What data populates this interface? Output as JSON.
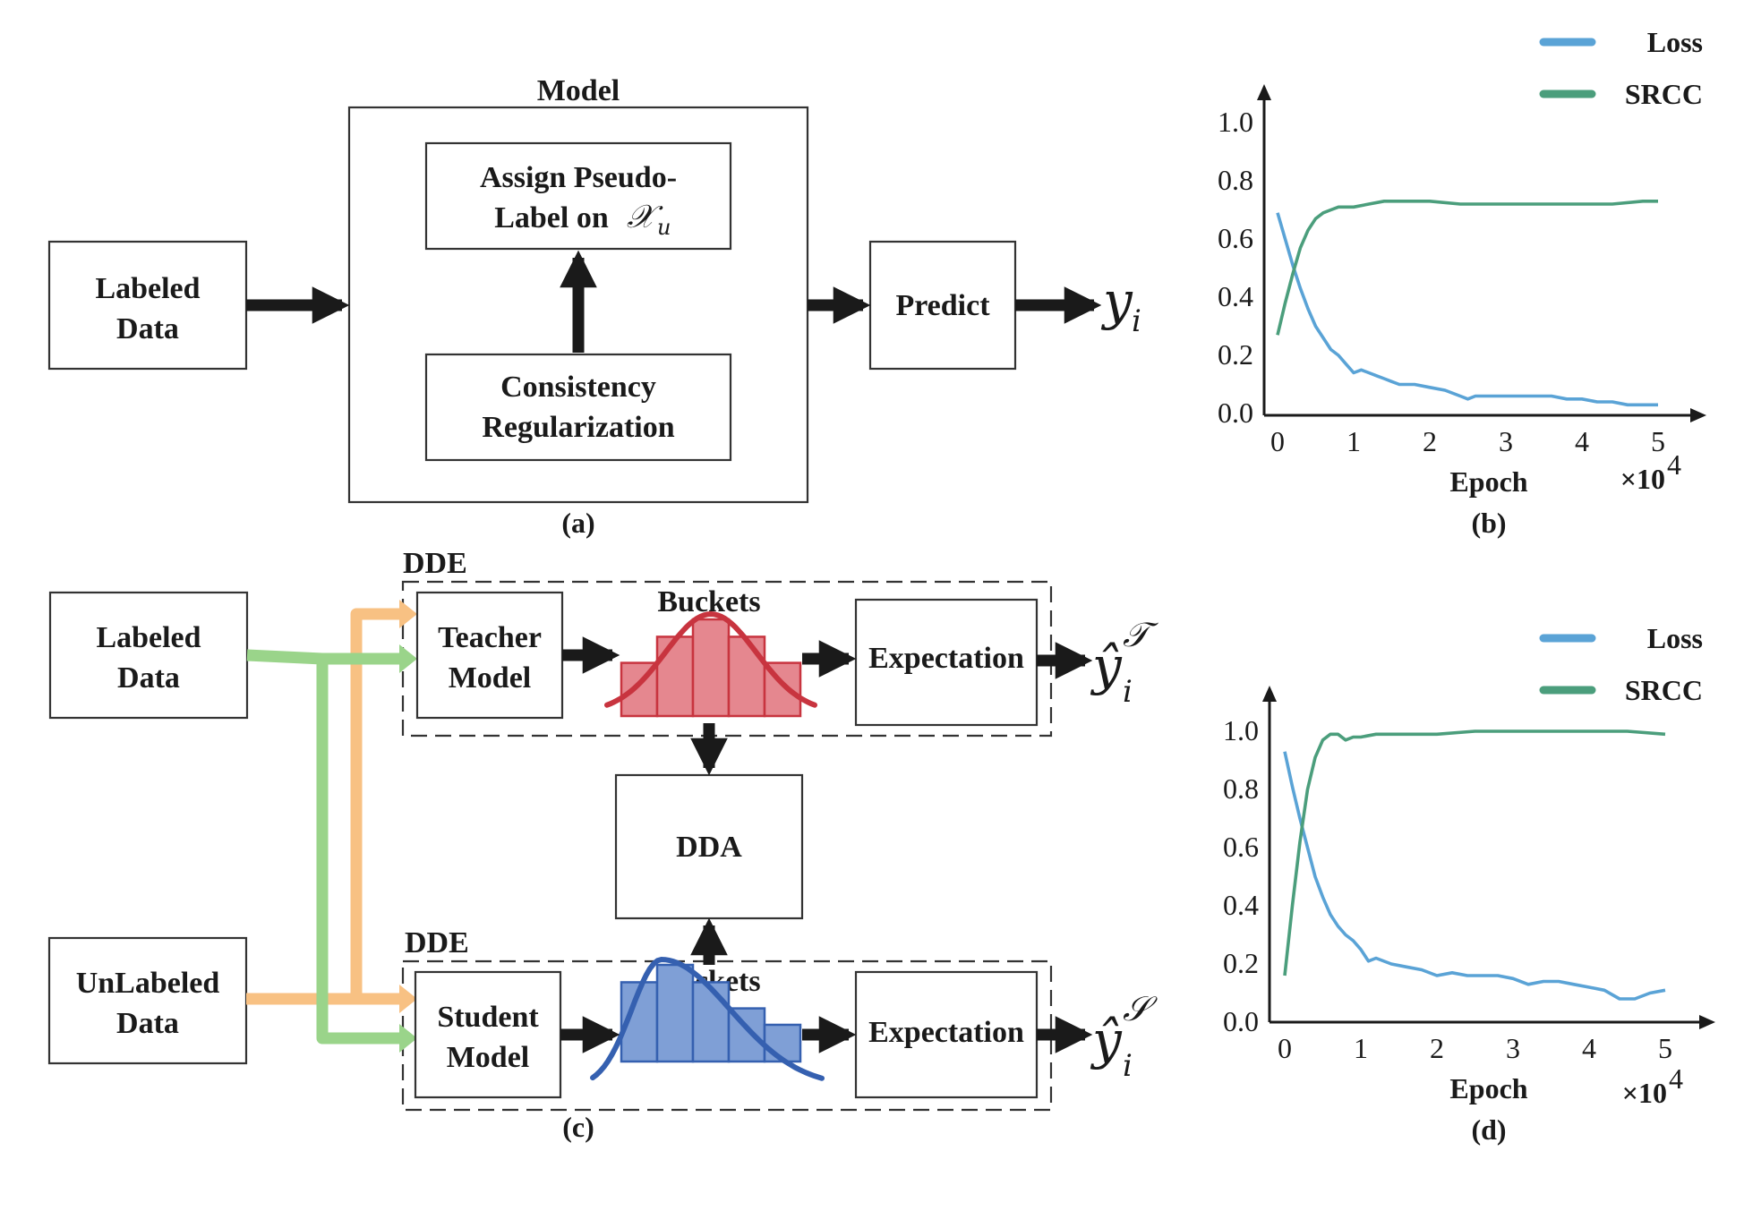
{
  "colors": {
    "loss": "#5aa3d6",
    "srcc": "#4b9e7c",
    "teacher": "#e5878f",
    "teacher_edge": "#c8343f",
    "student": "#7f9fd6",
    "student_edge": "#3560b0",
    "labeled_path": "#9ad48a",
    "unlabeled_path": "#f8c183",
    "arrow": "#1a1a1a"
  },
  "panel_a": {
    "caption": "(a)",
    "model_title": "Model",
    "labeled_data": [
      "Labeled",
      "Data"
    ],
    "pseudo_label": [
      "Assign  Pseudo-",
      "Label on"
    ],
    "pseudo_symbol": "𝒳",
    "pseudo_sub": "u",
    "consistency": [
      "Consistency",
      "Regularization"
    ],
    "predict": "Predict",
    "output": "y",
    "output_sub": "i"
  },
  "panel_c": {
    "caption": "(c)",
    "dde_top": "DDE",
    "dde_bottom": "DDE",
    "labeled_data": [
      "Labeled",
      "Data"
    ],
    "unlabeled_data": [
      "UnLabeled",
      "Data"
    ],
    "teacher": [
      "Teacher",
      "Model"
    ],
    "student": [
      "Student",
      "Model"
    ],
    "buckets_top": "Buckets",
    "buckets_bottom": "Buckets",
    "expectation_top": "Expectation",
    "expectation_bottom": "Expectation",
    "dda": "DDA",
    "teacher_output": "ŷ",
    "teacher_sub": "i",
    "teacher_sup": "𝒯",
    "student_output": "ŷ",
    "student_sub": "i",
    "student_sup": "𝒮",
    "teacher_hist": [
      0.55,
      0.82,
      1.0,
      0.82,
      0.55
    ],
    "student_hist": [
      0.82,
      1.0,
      0.82,
      0.55,
      0.38
    ]
  },
  "chart_data": [
    {
      "id": "b",
      "type": "line",
      "caption": "(b)",
      "xlabel": "Epoch",
      "x_multiplier": "×10",
      "x_multiplier_exp": "4",
      "xlim": [
        -0.2,
        5.4
      ],
      "ylim": [
        0.0,
        1.05
      ],
      "xticks": [
        "0",
        "1",
        "2",
        "3",
        "4",
        "5"
      ],
      "yticks": [
        "0.0",
        "0.2",
        "0.4",
        "0.6",
        "0.8",
        "1.0"
      ],
      "legend": "top-right",
      "series": [
        {
          "name": "Loss",
          "x": [
            0,
            0.1,
            0.2,
            0.3,
            0.4,
            0.5,
            0.6,
            0.7,
            0.8,
            0.9,
            1.0,
            1.1,
            1.2,
            1.3,
            1.4,
            1.5,
            1.6,
            1.8,
            2.0,
            2.2,
            2.4,
            2.5,
            2.6,
            2.8,
            3.0,
            3.2,
            3.4,
            3.6,
            3.8,
            4.0,
            4.2,
            4.4,
            4.6,
            4.8,
            5.0
          ],
          "y": [
            0.69,
            0.6,
            0.51,
            0.43,
            0.36,
            0.3,
            0.26,
            0.22,
            0.2,
            0.17,
            0.14,
            0.15,
            0.14,
            0.13,
            0.12,
            0.11,
            0.1,
            0.1,
            0.09,
            0.08,
            0.06,
            0.05,
            0.06,
            0.06,
            0.06,
            0.06,
            0.06,
            0.06,
            0.05,
            0.05,
            0.04,
            0.04,
            0.03,
            0.03,
            0.03
          ]
        },
        {
          "name": "SRCC",
          "x": [
            0,
            0.1,
            0.2,
            0.3,
            0.4,
            0.5,
            0.6,
            0.7,
            0.8,
            0.9,
            1.0,
            1.2,
            1.4,
            1.6,
            1.8,
            2.0,
            2.4,
            2.8,
            3.2,
            3.6,
            4.0,
            4.4,
            4.8,
            5.0
          ],
          "y": [
            0.27,
            0.38,
            0.48,
            0.57,
            0.63,
            0.67,
            0.69,
            0.7,
            0.71,
            0.71,
            0.71,
            0.72,
            0.73,
            0.73,
            0.73,
            0.73,
            0.72,
            0.72,
            0.72,
            0.72,
            0.72,
            0.72,
            0.73,
            0.73
          ]
        }
      ]
    },
    {
      "id": "d",
      "type": "line",
      "caption": "(d)",
      "xlabel": "Epoch",
      "x_multiplier": "×10",
      "x_multiplier_exp": "4",
      "xlim": [
        -0.2,
        5.4
      ],
      "ylim": [
        0.0,
        1.1
      ],
      "xticks": [
        "0",
        "1",
        "2",
        "3",
        "4",
        "5"
      ],
      "yticks": [
        "0.0",
        "0.2",
        "0.4",
        "0.6",
        "0.8",
        "1.0"
      ],
      "legend": "top-right",
      "series": [
        {
          "name": "Loss",
          "x": [
            0,
            0.1,
            0.2,
            0.3,
            0.4,
            0.5,
            0.6,
            0.7,
            0.8,
            0.9,
            1.0,
            1.1,
            1.2,
            1.4,
            1.6,
            1.8,
            2.0,
            2.2,
            2.4,
            2.6,
            2.8,
            3.0,
            3.2,
            3.4,
            3.6,
            3.8,
            4.0,
            4.2,
            4.4,
            4.6,
            4.8,
            5.0
          ],
          "y": [
            0.93,
            0.81,
            0.7,
            0.6,
            0.5,
            0.43,
            0.37,
            0.33,
            0.3,
            0.28,
            0.25,
            0.21,
            0.22,
            0.2,
            0.19,
            0.18,
            0.16,
            0.17,
            0.16,
            0.16,
            0.16,
            0.15,
            0.13,
            0.14,
            0.14,
            0.13,
            0.12,
            0.11,
            0.08,
            0.08,
            0.1,
            0.11
          ]
        },
        {
          "name": "SRCC",
          "x": [
            0,
            0.1,
            0.2,
            0.3,
            0.4,
            0.5,
            0.6,
            0.7,
            0.8,
            0.9,
            1.0,
            1.2,
            1.6,
            2.0,
            2.5,
            3.0,
            3.5,
            4.0,
            4.5,
            5.0
          ],
          "y": [
            0.16,
            0.4,
            0.62,
            0.8,
            0.91,
            0.97,
            0.99,
            0.99,
            0.97,
            0.98,
            0.98,
            0.99,
            0.99,
            0.99,
            1.0,
            1.0,
            1.0,
            1.0,
            1.0,
            0.99
          ]
        }
      ]
    }
  ]
}
